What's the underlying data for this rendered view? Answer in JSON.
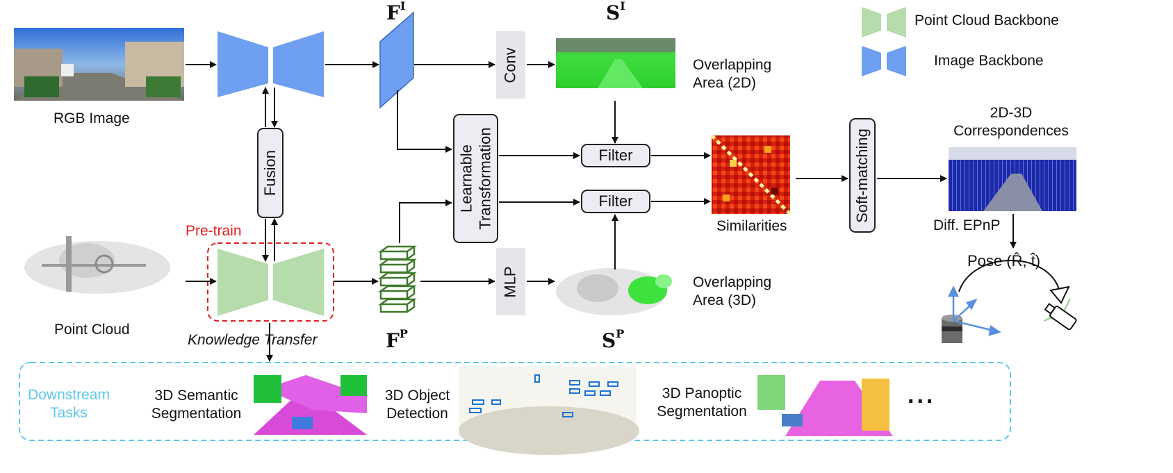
{
  "labels": {
    "rgb_image": "RGB Image",
    "point_cloud": "Point Cloud",
    "fusion": "Fusion",
    "pre_train": "Pre-train",
    "knowledge_transfer": "Knowledge Transfer",
    "conv": "Conv",
    "mlp": "MLP",
    "learnable_transformation_l1": "Learnable",
    "learnable_transformation_l2": "Transformation",
    "filter_top": "Filter",
    "filter_bottom": "Filter",
    "overlap_2d_l1": "Overlapping",
    "overlap_2d_l2": "Area (2D)",
    "overlap_3d_l1": "Overlapping",
    "overlap_3d_l2": "Area (3D)",
    "similarities": "Similarities",
    "soft_matching": "Soft-matching",
    "corr_l1": "2D-3D",
    "corr_l2": "Correspondences",
    "diff_epnp": "Diff. EPnP",
    "pose": "Pose (R̂, t̂)"
  },
  "math": {
    "F": "F",
    "S": "S",
    "sup_I": "I",
    "sup_P": "P"
  },
  "legend": {
    "point_cloud_backbone": "Point Cloud Backbone",
    "image_backbone": "Image Backbone"
  },
  "downstream": {
    "title_l1": "Downstream",
    "title_l2": "Tasks",
    "task1_l1": "3D Semantic",
    "task1_l2": "Segmentation",
    "task2_l1": "3D Object",
    "task2_l2": "Detection",
    "task3_l1": "3D Panoptic",
    "task3_l2": "Segmentation",
    "more": "..."
  },
  "colors": {
    "image_backbone": "#6f9ff0",
    "point_cloud_backbone": "#b6dcab",
    "pretrain_border": "#e02020",
    "downstream_border": "#5cc8ee",
    "feature_green": "#3f7a2a"
  },
  "icons": [
    "arrow-icon",
    "lidar-icon",
    "camera-icon",
    "axes-icon"
  ]
}
